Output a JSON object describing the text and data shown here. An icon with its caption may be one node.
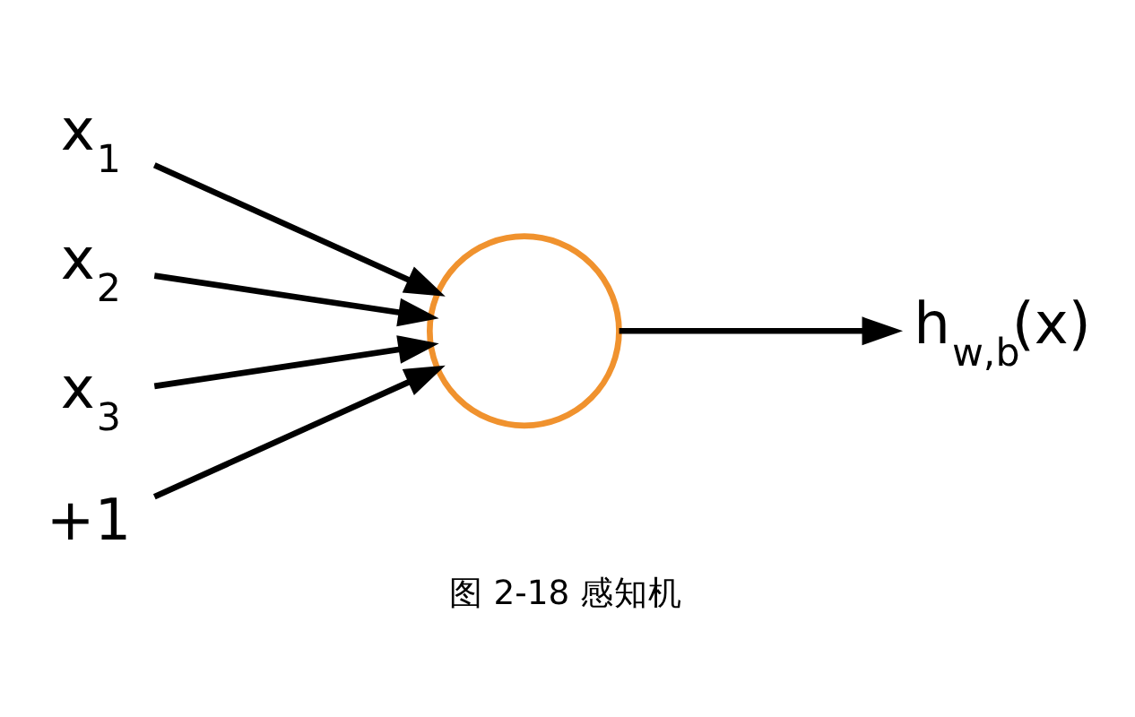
{
  "diagram": {
    "caption": "图 2-18 感知机",
    "nodes": [
      {
        "text": [
          "x$_{1}$"
        ]
      },
      {
        "text": [
          "x$_{2}$"
        ]
      },
      {
        "text": [
          "x$_{3}$"
        ]
      },
      {
        "text": [
          "+1"
        ]
      },
      {
        "text": [],
        "shape": "circle"
      },
      {
        "text": [
          "h$_{w,b}$(x)"
        ]
      }
    ],
    "edges": [
      {
        "from": 0,
        "to": 4,
        "arrow": "to"
      },
      {
        "from": 1,
        "to": 4,
        "arrow": "to"
      },
      {
        "from": 2,
        "to": 4,
        "arrow": "to"
      },
      {
        "from": 3,
        "to": 4,
        "arrow": "to"
      },
      {
        "from": 4,
        "to": 5,
        "arrow": "to"
      }
    ]
  }
}
